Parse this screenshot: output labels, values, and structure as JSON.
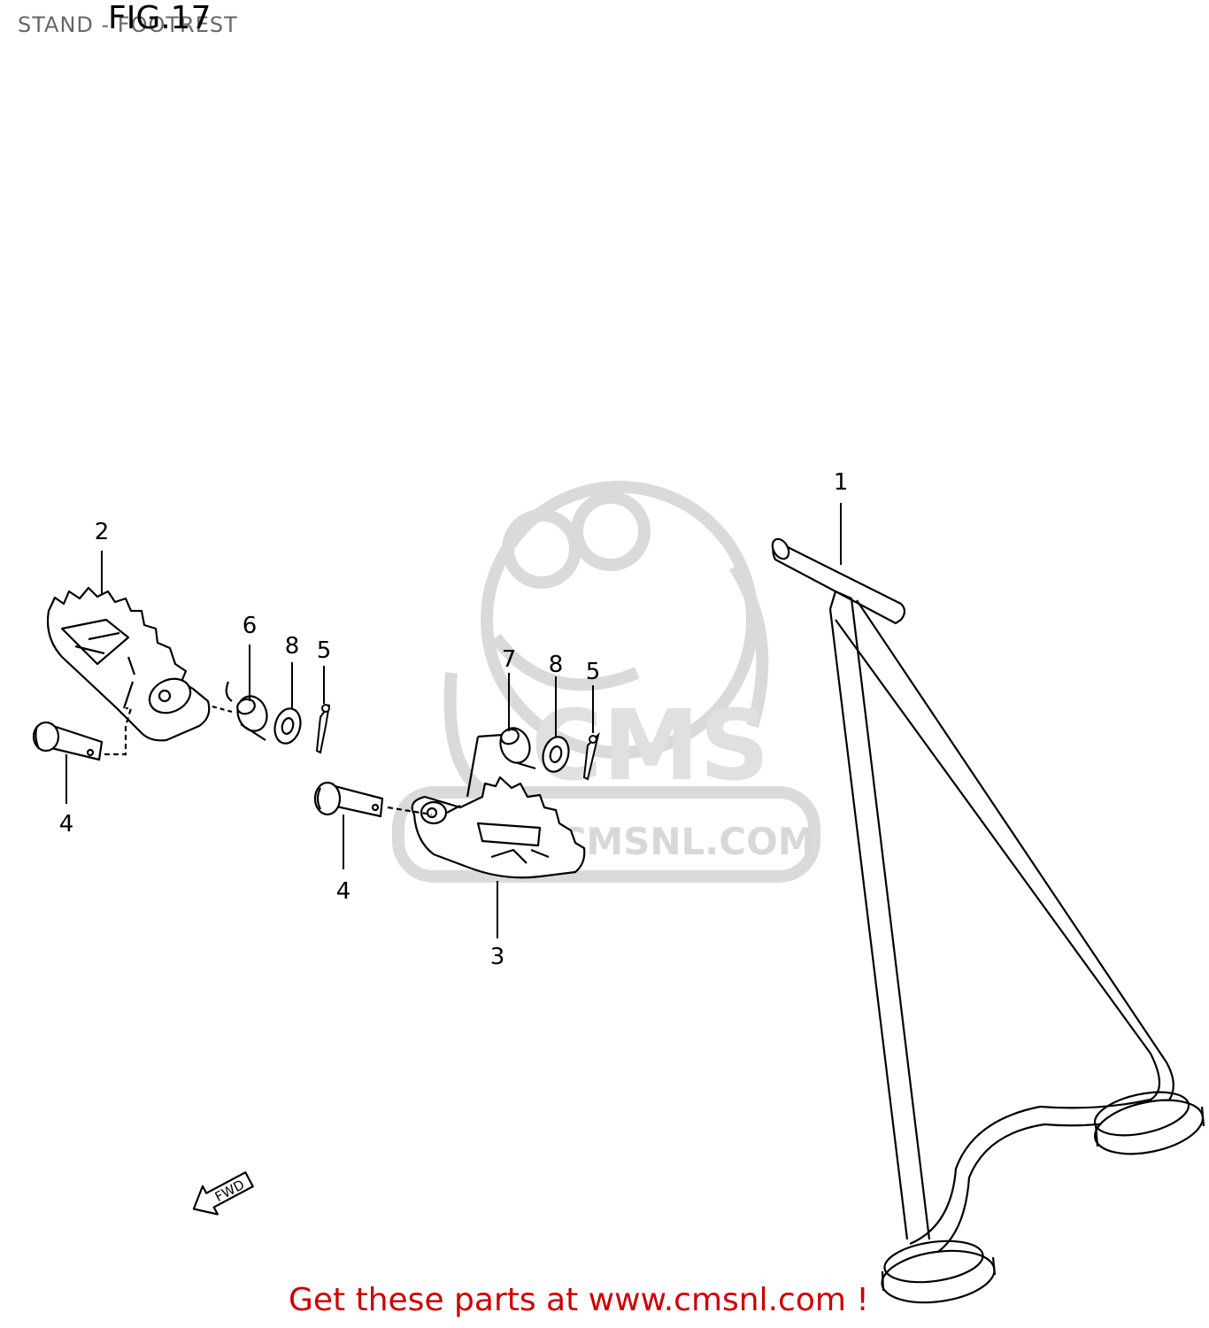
{
  "header": {
    "subtitle": "STAND - FOOTREST",
    "figure_title": "FIG.17"
  },
  "callouts": {
    "c1": "1",
    "c2": "2",
    "c3": "3",
    "c4a": "4",
    "c4b": "4",
    "c5a": "5",
    "c5b": "5",
    "c6": "6",
    "c7": "7",
    "c8a": "8",
    "c8b": "8"
  },
  "direction_marker": {
    "label": "FWD",
    "icon": "arrow-down-left-icon"
  },
  "watermark": {
    "brand": "CMS",
    "url": "WWW.CMSNL.COM"
  },
  "footer": {
    "link_text": "Get these parts at www.cmsnl.com !"
  },
  "colors": {
    "line": "#000000",
    "watermark": "#d9d9d9",
    "footer_link": "#cc0000",
    "subtitle": "#666666"
  }
}
